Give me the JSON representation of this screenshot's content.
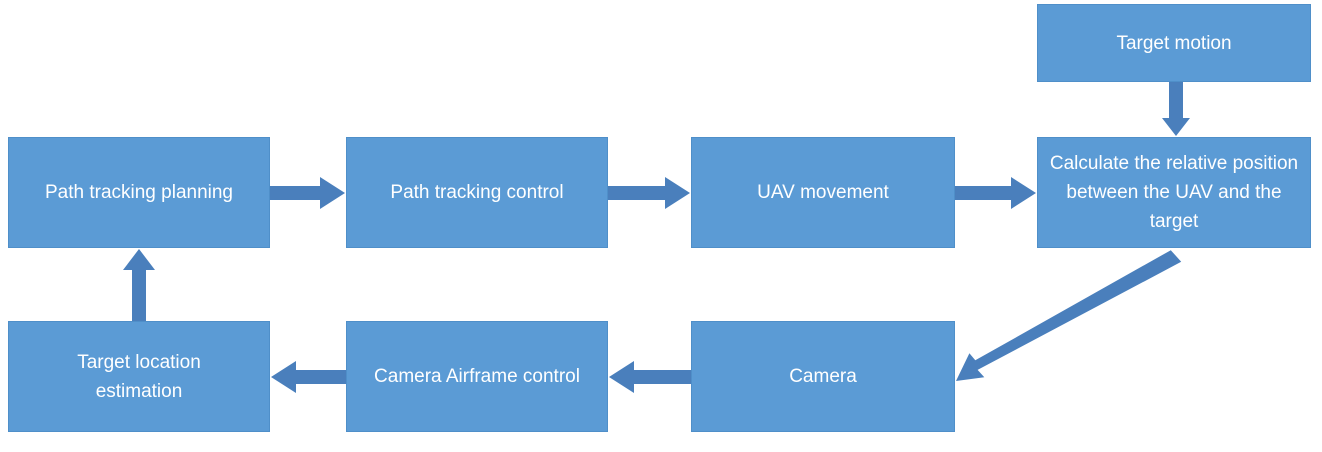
{
  "diagram": {
    "nodes": {
      "target_motion": "Target motion",
      "path_tracking_planning": "Path tracking planning",
      "path_tracking_control": "Path tracking control",
      "uav_movement": "UAV movement",
      "relative_position": "Calculate the relative position between the UAV and the target",
      "target_location_estimation": "Target location estimation",
      "camera_airframe_control": "Camera Airframe control",
      "camera": "Camera"
    },
    "edges": [
      {
        "from": "target_motion",
        "to": "relative_position"
      },
      {
        "from": "path_tracking_planning",
        "to": "path_tracking_control"
      },
      {
        "from": "path_tracking_control",
        "to": "uav_movement"
      },
      {
        "from": "uav_movement",
        "to": "relative_position"
      },
      {
        "from": "relative_position",
        "to": "camera"
      },
      {
        "from": "camera",
        "to": "camera_airframe_control"
      },
      {
        "from": "camera_airframe_control",
        "to": "target_location_estimation"
      },
      {
        "from": "target_location_estimation",
        "to": "path_tracking_planning"
      }
    ],
    "colors": {
      "box_fill": "#5b9bd5",
      "arrow_fill": "#4a7fbc",
      "text": "#ffffff"
    }
  }
}
